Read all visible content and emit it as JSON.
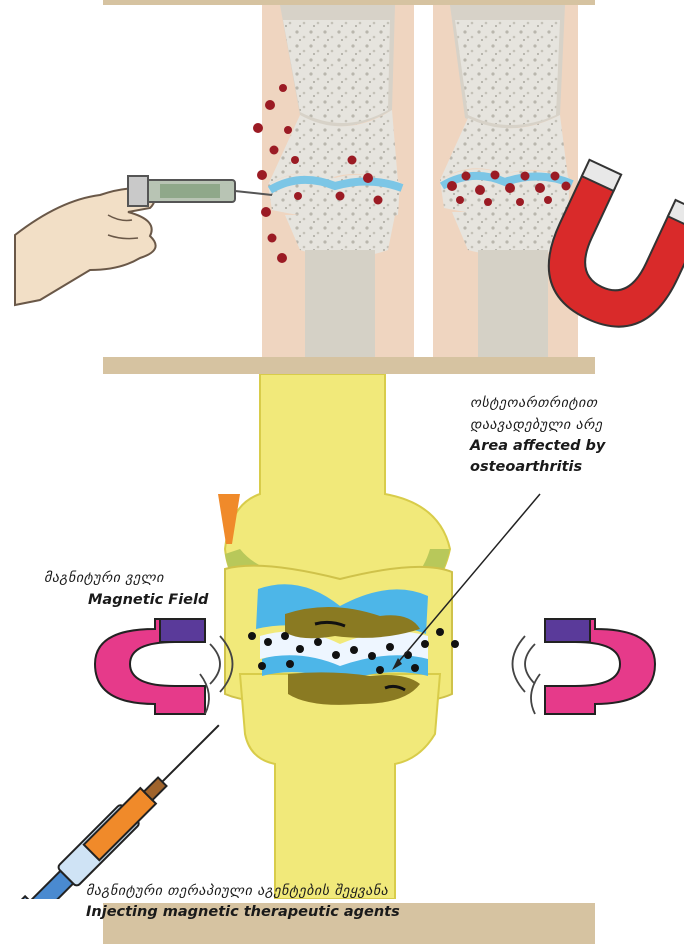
{
  "labels": {
    "affected_area_geo_line1": "ოსტეოართრიტით",
    "affected_area_geo_line2": "დაავადებული არე",
    "affected_area_en_line1": "Area affected by",
    "affected_area_en_line2": "osteoarthritis",
    "magnetic_field_geo": "მაგნიტური ველი",
    "magnetic_field_en": "Magnetic Field",
    "injection_geo": "მაგნიტური თერაპიული აგენტების შეყვანა",
    "injection_en": "Injecting magnetic therapeutic agents"
  },
  "colors": {
    "band": "#d6c3a1",
    "skin": "#efd5c0",
    "bone_yellow": "#f1e97a",
    "cartilage_blue": "#4db6e8",
    "lesion": "#8a7a22",
    "particle_red": "#9b1b24",
    "magnet_red": "#d92a2a",
    "magnet_pink": "#e63a8a",
    "magnet_purple": "#5a3a9a",
    "syringe_orange": "#f08a2a",
    "syringe_blue": "#4a8ad0"
  }
}
